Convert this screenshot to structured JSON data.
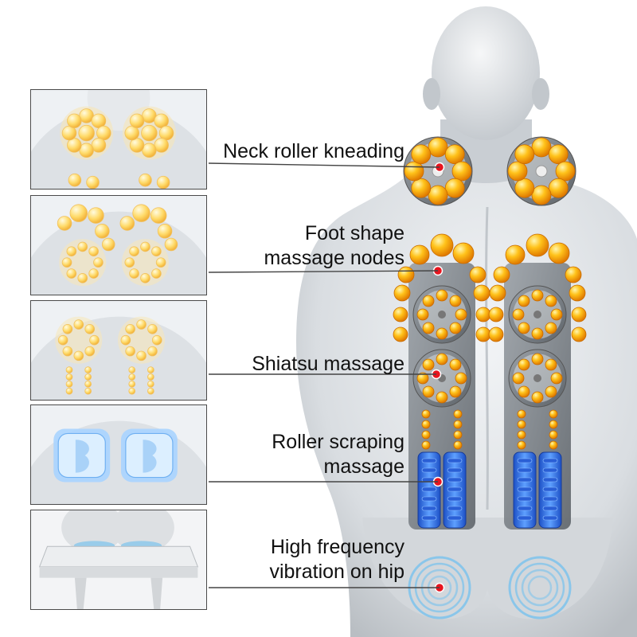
{
  "features": [
    {
      "id": "neck",
      "label": "Neck roller kneading"
    },
    {
      "id": "foot",
      "label_lines": [
        "Foot shape",
        "massage nodes"
      ]
    },
    {
      "id": "shiatsu",
      "label": "Shiatsu massage"
    },
    {
      "id": "scraping",
      "label_lines": [
        "Roller scraping",
        "massage"
      ]
    },
    {
      "id": "hip",
      "label_lines": [
        "High frequency",
        "vibration on hip"
      ]
    }
  ],
  "colors": {
    "node_orange": "#f5a300",
    "node_yellow": "#ffd23a",
    "roller_blue": "#2f6fe0",
    "vibration_blue": "#7cc3ec",
    "marker_red": "#e8141e",
    "callout_line": "#444444",
    "body_gray": "#d7dbdf"
  },
  "icons": [
    "massage-node-icon",
    "roller-icon",
    "vibration-ring-icon",
    "marker-dot-icon"
  ]
}
